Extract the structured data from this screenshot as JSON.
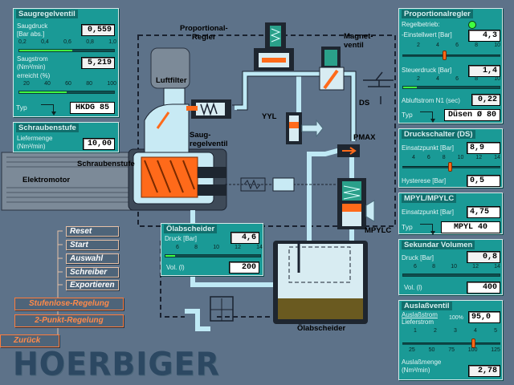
{
  "colors": {
    "background": "#5d7289",
    "panel": "#1a9a96",
    "accent_orange": "#ff6a1a",
    "bar_green": "#40ff40",
    "pipe_blue": "#bfe9f5",
    "logo": "#2c4862"
  },
  "saugregelventil_panel": {
    "title": "Saugregelventil",
    "saugdruck_label": "Saugdruck",
    "saugdruck_unit": "[Bar abs.]",
    "saugdruck_value": "0,559",
    "saugdruck_ticks": [
      "0,2",
      "0,4",
      "0,6",
      "0,8",
      "1,0"
    ],
    "saugstrom_label": "Saugstrom",
    "saugstrom_unit": "(Nm³/min)",
    "saugstrom_value": "5,219",
    "erreicht_label": "erreicht (%)",
    "erreicht_ticks": [
      "20",
      "40",
      "60",
      "80",
      "100"
    ],
    "erreicht_fraction": 0.5,
    "typ_label": "Typ",
    "typ_value": "HKDG  85"
  },
  "schraubenstufe_panel": {
    "title": "Schraubenstufe",
    "liefermenge_label": "Liefermenge",
    "liefermenge_unit": "(Nm³/min)",
    "liefermenge_value": "10,00"
  },
  "menu": {
    "items": [
      "Reset",
      "Start",
      "Auswahl",
      "Schreiber",
      "Exportieren"
    ]
  },
  "modes": {
    "stufenlose": "Stufenlose-Regelung",
    "zweipunkt": "2-Punkt-Regelung",
    "zurueck": "Zurück"
  },
  "logo_text": "HOERBIGER",
  "diagram": {
    "proportional_regler": "Proportional-\nRegler",
    "magnetventil": "Magnet-\nventil",
    "luftfilter": "Luftfilter",
    "saugregelventil": "Saug-\nregelventil",
    "yyl": "YYL",
    "ds": "DS",
    "pmax": "PMAX",
    "schraubenstufe": "Schraubenstufe",
    "elektromotor": "Elektromotor",
    "mpylc": "MPYLC",
    "olabscheider": "Ölabscheider"
  },
  "olabscheider_panel": {
    "title": "Ölabscheider",
    "druck_label": "Druck [Bar]",
    "druck_value": "4,6",
    "druck_ticks": [
      "6",
      "8",
      "10",
      "12",
      "14"
    ],
    "druck_fraction": 0.1,
    "vol_label": "Vol.   (l)",
    "vol_value": "200"
  },
  "proportionalregler_panel": {
    "title": "Proportionalregler",
    "regelbetrieb_label": "Regelbetrieb:",
    "einstellwert_label": "-Einstellwert [Bar]",
    "einstellwert_value": "4,3",
    "einstellwert_ticks": [
      "2",
      "4",
      "6",
      "8",
      "10"
    ],
    "einstellwert_fraction": 0.43,
    "steuerdruck_label": "Steuerdruck [Bar]",
    "steuerdruck_value": "1,4",
    "steuerdruck_ticks": [
      "2",
      "4",
      "6",
      "8",
      "10"
    ],
    "abluftstrom_label": "Abluftstrom N1 (sec)",
    "abluftstrom_value": "0,22",
    "typ_label": "Typ",
    "typ_value": "Düsen Ø 80"
  },
  "druckschalter_panel": {
    "title": "Druckschalter (DS)",
    "einsatzpunkt_label": "Einsatzpunkt [Bar]",
    "einsatzpunkt_value": "8,9",
    "einsatzpunkt_ticks": [
      "4",
      "6",
      "8",
      "10",
      "12",
      "14"
    ],
    "einsatzpunkt_fraction": 0.48,
    "hysterese_label": "Hysterese  [Bar]",
    "hysterese_value": "0,5"
  },
  "mpyl_panel": {
    "title": "MPYL/MPYLC",
    "einsatzpunkt_label": "Einsatzpunkt [Bar]",
    "einsatzpunkt_value": "4,75",
    "typ_label": "Typ",
    "typ_value": "MPYL   40"
  },
  "sekundar_panel": {
    "title": "Sekundar Volumen",
    "druck_label": "Druck [Bar]",
    "druck_value": "0,8",
    "druck_ticks": [
      "6",
      "8",
      "10",
      "12",
      "14"
    ],
    "vol_label": "Vol.   (l)",
    "vol_value": "400"
  },
  "auslass_panel": {
    "title": "Auslaßventil",
    "auslassstrom_label": "Auslaßstrom",
    "auslassstrom_unit": "100%",
    "auslassstrom_value": "95,0",
    "liefer_label": "Lieferstrom",
    "liefer_ticks": [
      "1",
      "2",
      "3",
      "4",
      "5"
    ],
    "auslass_ticks": [
      "25",
      "50",
      "75",
      "100",
      "125"
    ],
    "auslass_fraction": 0.76,
    "auslassmenge_label": "Auslaßmenge",
    "auslassmenge_unit": "(Nm³/min)",
    "auslassmenge_value": "2,78"
  }
}
